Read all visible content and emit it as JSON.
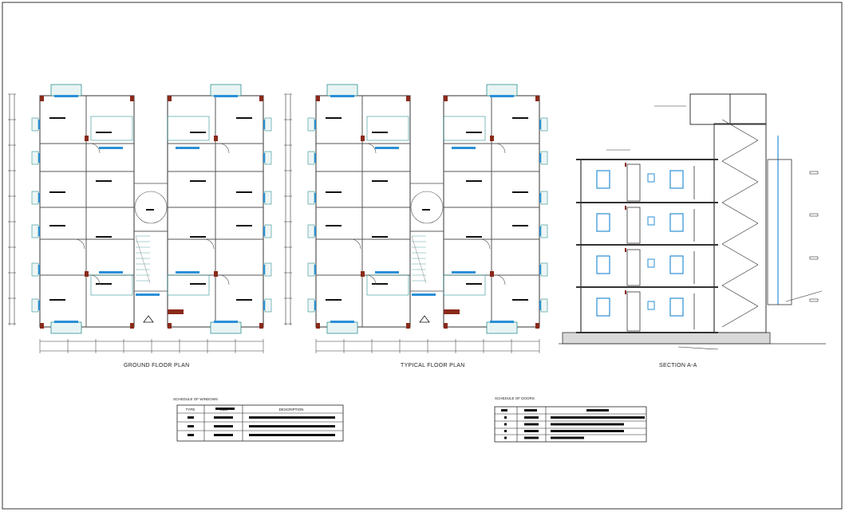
{
  "drawing_labels": {
    "ground_floor_plan": "GROUND FLOOR PLAN",
    "typical_floor_plan": "TYPICAL FLOOR PLAN",
    "section": "SECTION A-A"
  },
  "windows_schedule": {
    "title": "SCHEDULE OF WINDOWS",
    "headers": [
      "TYPE",
      "SIZE",
      "DESCRIPTION"
    ],
    "row_count": 3
  },
  "doors_schedule": {
    "title": "SCHEDULE OF DOORS",
    "row_count": 4
  },
  "colors": {
    "wall": "#555555",
    "column": "#8a2a1a",
    "glass": "#2a8fd6",
    "balcony": "#2f8f8f",
    "line": "#333333"
  }
}
